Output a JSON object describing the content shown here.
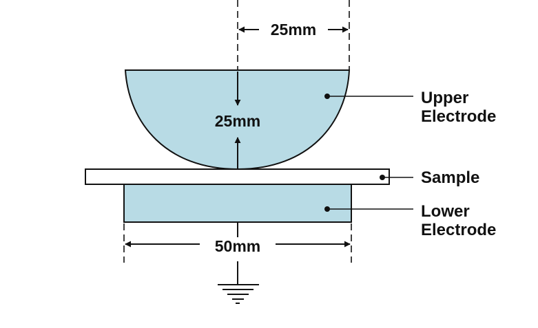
{
  "colors": {
    "electrode_fill": "#b8dbe5",
    "stroke": "#111111",
    "sample_fill": "#ffffff"
  },
  "dimensions": {
    "upper_width": "25mm",
    "upper_height": "25mm",
    "lower_width": "50mm"
  },
  "labels": {
    "upper_line1": "Upper",
    "upper_line2": "Electrode",
    "sample": "Sample",
    "lower_line1": "Lower",
    "lower_line2": "Electrode"
  },
  "icons": {
    "ground": "ground-symbol-icon"
  }
}
